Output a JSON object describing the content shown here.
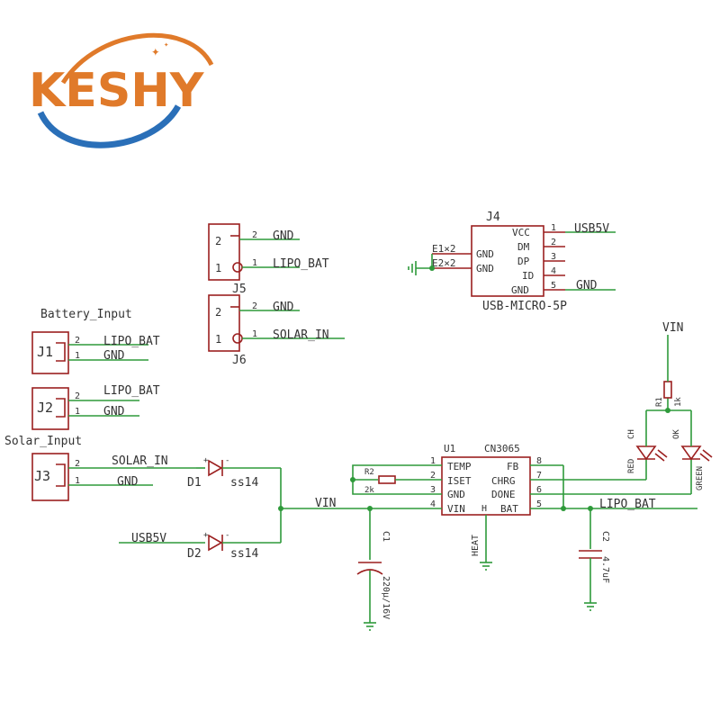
{
  "logo": {
    "text": "KESHY",
    "brand_color": "#e07a2a",
    "swoosh_color": "#2a6fb8"
  },
  "colors": {
    "wire": "#2e9a3a",
    "part": "#9b1f1f",
    "text": "#333333"
  },
  "labels": {
    "battery_input": "Battery_Input",
    "solar_input": "Solar_Input",
    "j1": "J1",
    "j2": "J2",
    "j3": "J3",
    "j1_pin2": "LIPO_BAT",
    "j1_pin1": "GND",
    "j2_pin2": "LIPO_BAT",
    "j2_pin1": "GND",
    "j3_pin2": "SOLAR_IN",
    "j3_pin1": "GND",
    "j5": "J5",
    "j5_pin2": "GND",
    "j5_pin1": "LIPO_BAT",
    "j6": "J6",
    "j6_pin2": "GND",
    "j6_pin1": "SOLAR_IN",
    "j4": "J4",
    "j4_name": "USB-MICRO-5P",
    "j4_e1": "E1×2",
    "j4_e2": "E2×2",
    "j4_gnd_a": "GND",
    "j4_gnd_b": "GND",
    "j4_pins": [
      "VCC",
      "DM",
      "DP",
      "ID",
      "GND"
    ],
    "j4_nets": {
      "vcc": "USB5V",
      "gnd": "GND"
    },
    "d1": "D1",
    "d2": "D2",
    "d1_val": "ss14",
    "d2_val": "ss14",
    "usb5v": "USB5V",
    "vin": "VIN",
    "vin_top": "VIN",
    "lipo_bat": "LIPO_BAT",
    "u1": "U1",
    "u1_part": "CN3065",
    "u1_left_pins": [
      "TEMP",
      "ISET",
      "GND",
      "VIN"
    ],
    "u1_right_pins": [
      "FB",
      "CHRG",
      "DONE",
      "BAT"
    ],
    "u1_h": "H",
    "heat": "HEAT",
    "r2": "R2",
    "r2_val": "2k",
    "r1": "R1",
    "r1_val": "1k",
    "c1": "C1",
    "c1_val": "220µ/16V",
    "c2": "C2",
    "c2_val": "4.7uF",
    "led_ch": "CH",
    "led_ok": "OK",
    "led_red": "RED",
    "led_green": "GREEN"
  }
}
